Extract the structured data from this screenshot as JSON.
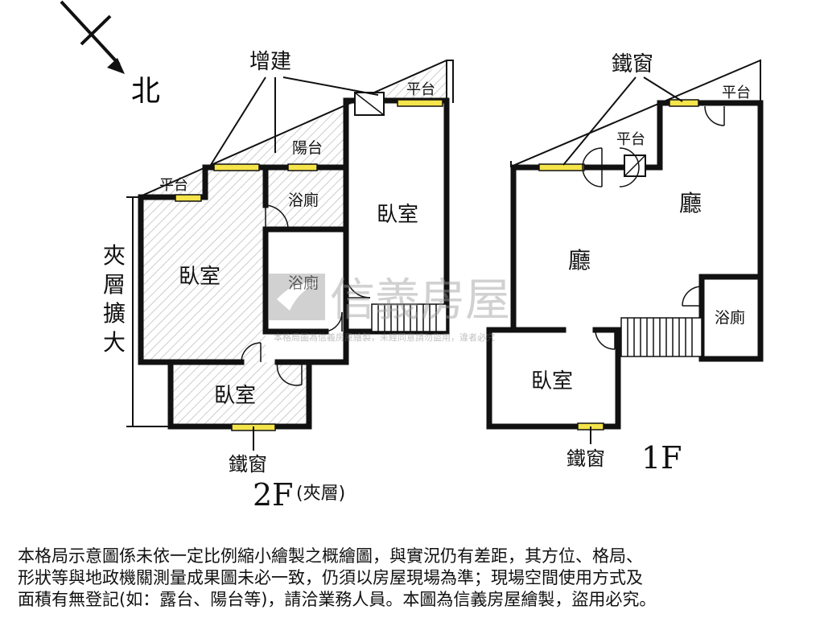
{
  "north_label": "北",
  "floor_2": {
    "title": "2F",
    "subtitle": "(夾層)",
    "annotation_addition": "增建",
    "annotation_mezzanine": "夾\n層\n擴\n大",
    "annotation_iron_window": "鐵窗",
    "rooms": {
      "platform_left": "平台",
      "platform_top": "平台",
      "balcony": "陽台",
      "bath_upper": "浴廁",
      "bath_lower": "浴廁",
      "bedroom_main": "臥室",
      "bedroom_right": "臥室",
      "bedroom_bottom": "臥室"
    }
  },
  "floor_1": {
    "title": "1F",
    "annotation_iron_window_top": "鐵窗",
    "annotation_iron_window_bottom": "鐵窗",
    "rooms": {
      "platform_top": "平台",
      "platform_mid": "平台",
      "hall_left": "廳",
      "hall_right": "廳",
      "bath": "浴廁",
      "bedroom": "臥室"
    }
  },
  "watermark": {
    "brand": "信義房屋",
    "notice": "本格局圖為信義房屋繪製，未經同意請勿盜用，違者必究"
  },
  "disclaimer": [
    "本格局示意圖係未依一定比例縮小繪製之概繪圖，與實況仍有差距，其方位、格局、",
    "形狀等與地政機關測量成果圖未必一致，仍須以房屋現場為準；現場空間使用方式及",
    "面積有無登記(如：露台、陽台等)，請洽業務人員。本圖為信義房屋繪製，盜用必究。"
  ]
}
